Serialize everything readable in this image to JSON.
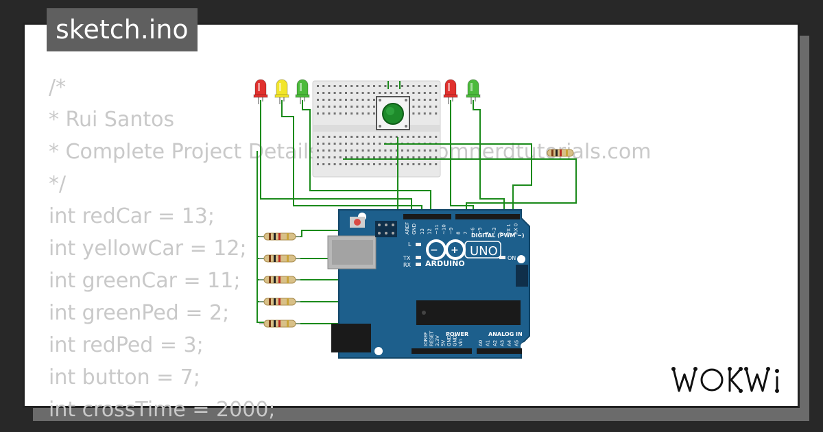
{
  "window": {
    "title": "sketch.ino"
  },
  "code": {
    "lines": [
      "/*",
      "* Rui Santos",
      "* Complete Project Details http://randomnerdtutorials.com",
      "*/",
      "int redCar = 13;",
      "int yellowCar = 12;",
      "int greenCar = 11;",
      "int greenPed = 2;",
      "int redPed = 3;",
      "int button = 7;",
      "int crossTime = 2000;"
    ]
  },
  "arduino": {
    "brand": "ARDUINO",
    "model": "UNO",
    "digital_label": "DIGITAL (PWM ~)",
    "power_label": "POWER",
    "analog_label": "ANALOG IN",
    "on_label": "ON",
    "l_label": "L",
    "tx_label": "TX",
    "rx_label": "RX",
    "aref_label": "AREF",
    "gnd_label": "GND",
    "digital_pins": [
      "13",
      "12",
      "~11",
      "~10",
      "~9",
      "8",
      "7",
      "~6",
      "~5",
      "4",
      "~3",
      "2",
      "TX 1",
      "RX 0"
    ],
    "power_pins": [
      "IOREF",
      "RESET",
      "3.3V",
      "5V",
      "GND",
      "GND",
      "Vin"
    ],
    "analog_pins": [
      "A0",
      "A1",
      "A2",
      "A3",
      "A4",
      "A5"
    ]
  },
  "leds": [
    {
      "color": "red",
      "hex": "#e0312e"
    },
    {
      "color": "yellow",
      "hex": "#f2e52a"
    },
    {
      "color": "green",
      "hex": "#4cba3c"
    },
    {
      "color": "red",
      "hex": "#e0312e"
    },
    {
      "color": "green",
      "hex": "#4cba3c"
    }
  ],
  "colors": {
    "wire": "#1a8a1a",
    "board": "#1d5f8c",
    "button_cap": "#1d8a2a"
  },
  "brand_logo": "WOKWi"
}
